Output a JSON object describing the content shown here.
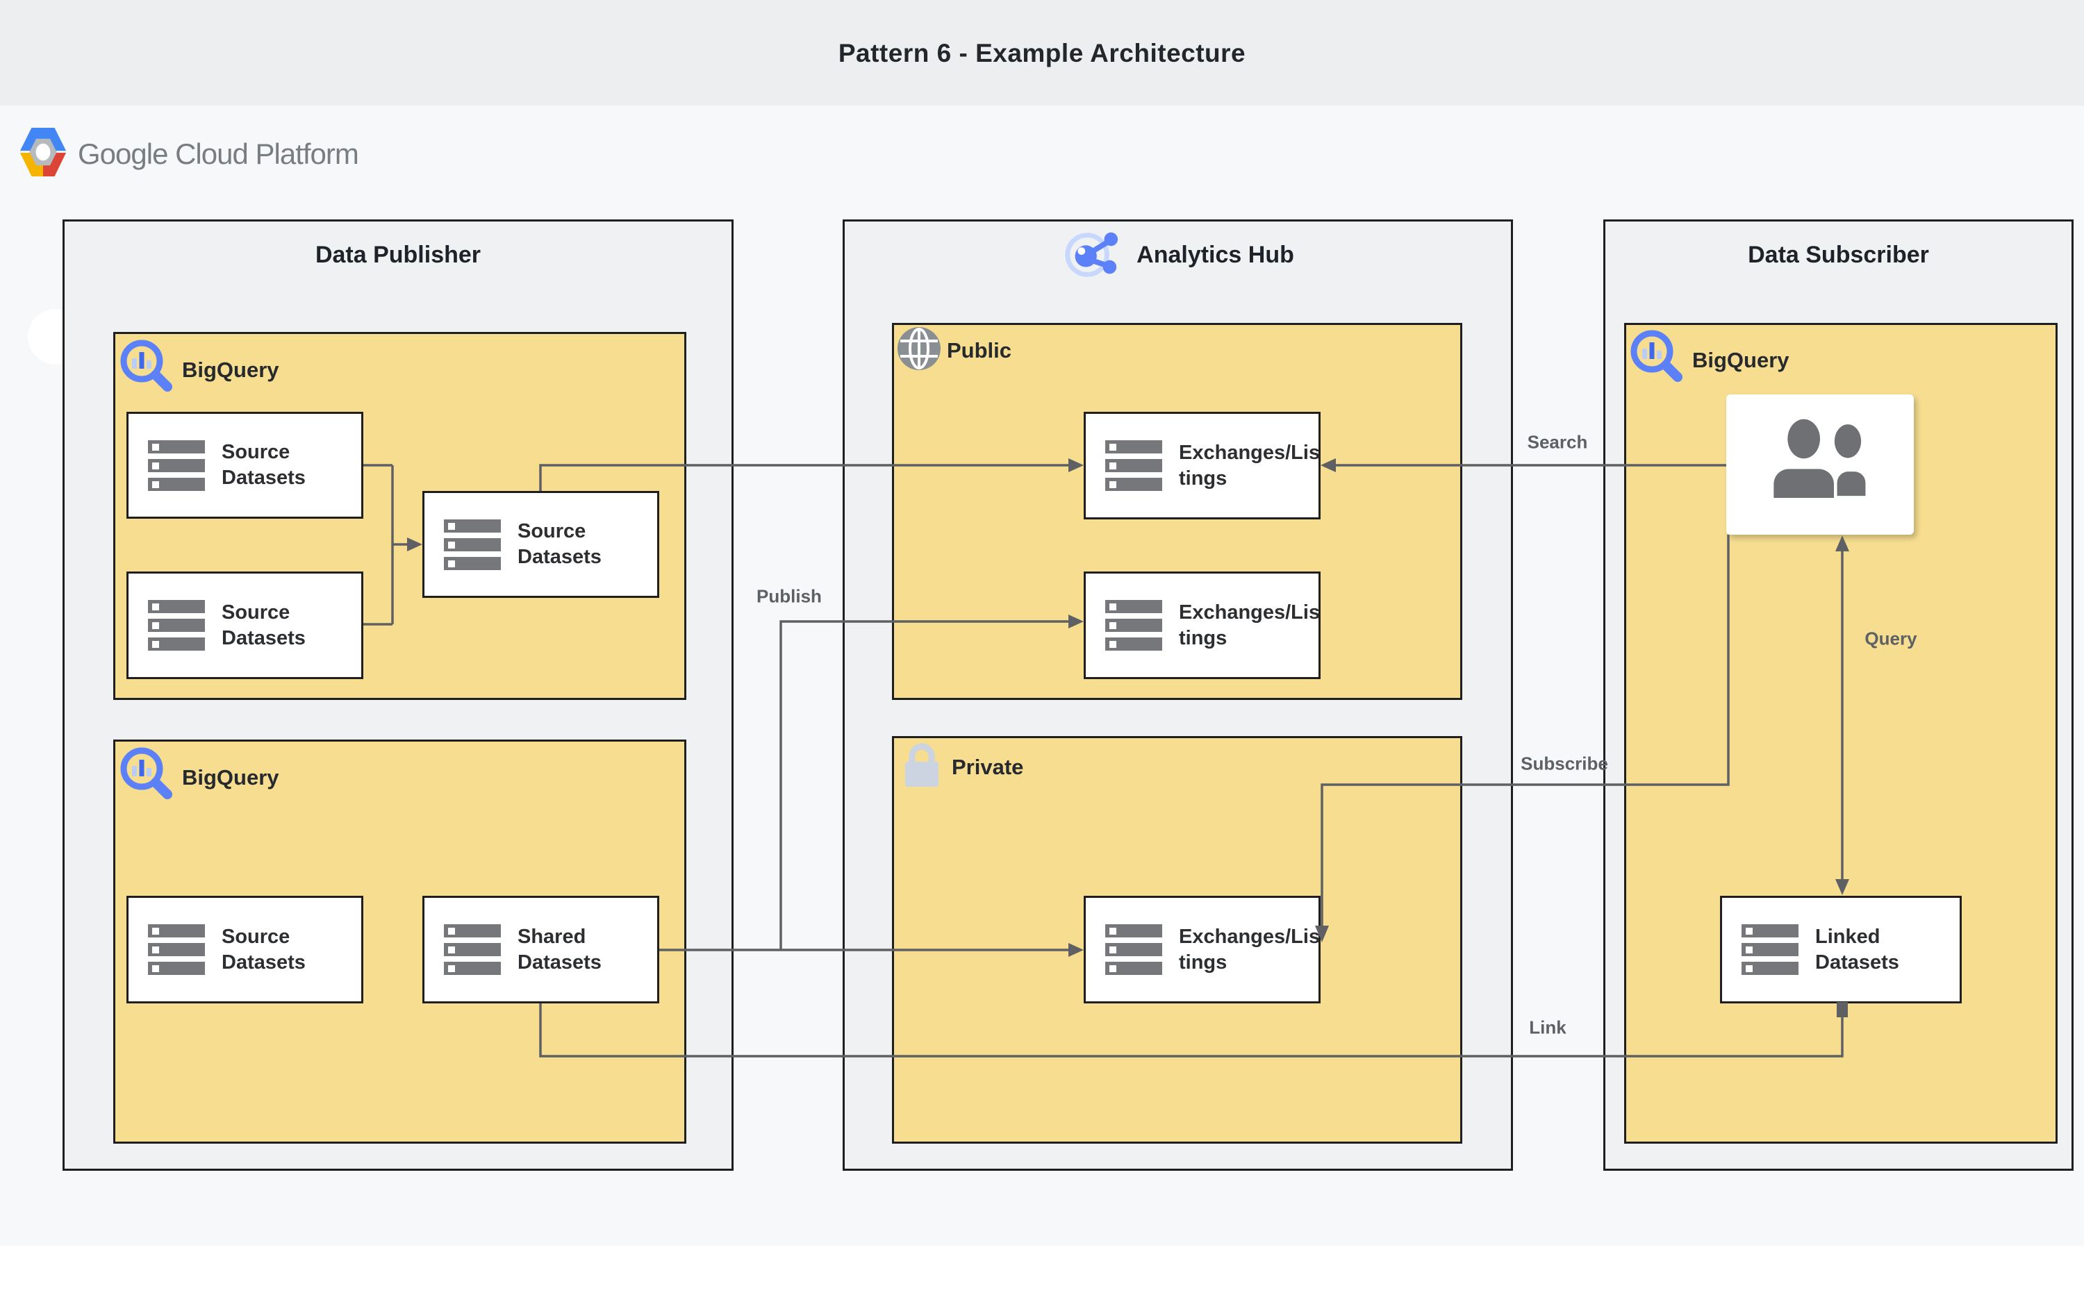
{
  "header": {
    "title": "Pattern 6 - Example Architecture"
  },
  "logo": {
    "label": "Google Cloud Platform"
  },
  "publisher": {
    "title": "Data Publisher",
    "bq1_label": "BigQuery",
    "bq2_label": "BigQuery",
    "src_a": {
      "line1": "Source",
      "line2": "Datasets"
    },
    "src_b": {
      "line1": "Source",
      "line2": "Datasets"
    },
    "src_c": {
      "line1": "Source",
      "line2": "Datasets"
    },
    "src_d": {
      "line1": "Source",
      "line2": "Datasets"
    },
    "shared": {
      "line1": "Shared",
      "line2": "Datasets"
    }
  },
  "hub": {
    "title": "Analytics Hub",
    "public_label": "Public",
    "private_label": "Private",
    "exch_public_1": {
      "line1": "Exchanges/Lis",
      "line2": "tings"
    },
    "exch_public_2": {
      "line1": "Exchanges/Lis",
      "line2": "tings"
    },
    "exch_private": {
      "line1": "Exchanges/Lis",
      "line2": "tings"
    }
  },
  "subscriber": {
    "title": "Data Subscriber",
    "bq_label": "BigQuery",
    "linked": {
      "line1": "Linked",
      "line2": "Datasets"
    }
  },
  "edges": {
    "publish": "Publish",
    "search": "Search",
    "subscribe": "Subscribe",
    "query": "Query",
    "link": "Link"
  },
  "colors": {
    "panel_yellow": "#f6dd8f",
    "outer_gray": "#eff1f3",
    "band_gray": "#eceef0",
    "wire_gray": "#5e6063",
    "bigquery_blue": "#5b80f7",
    "bigquery_light_blue": "#b9cdfb",
    "icon_gray": "#76777a",
    "lock_silver": "#cdd4e1",
    "logo_blue": "#4285f4",
    "logo_red": "#db4437",
    "logo_yellow": "#f4b400"
  }
}
